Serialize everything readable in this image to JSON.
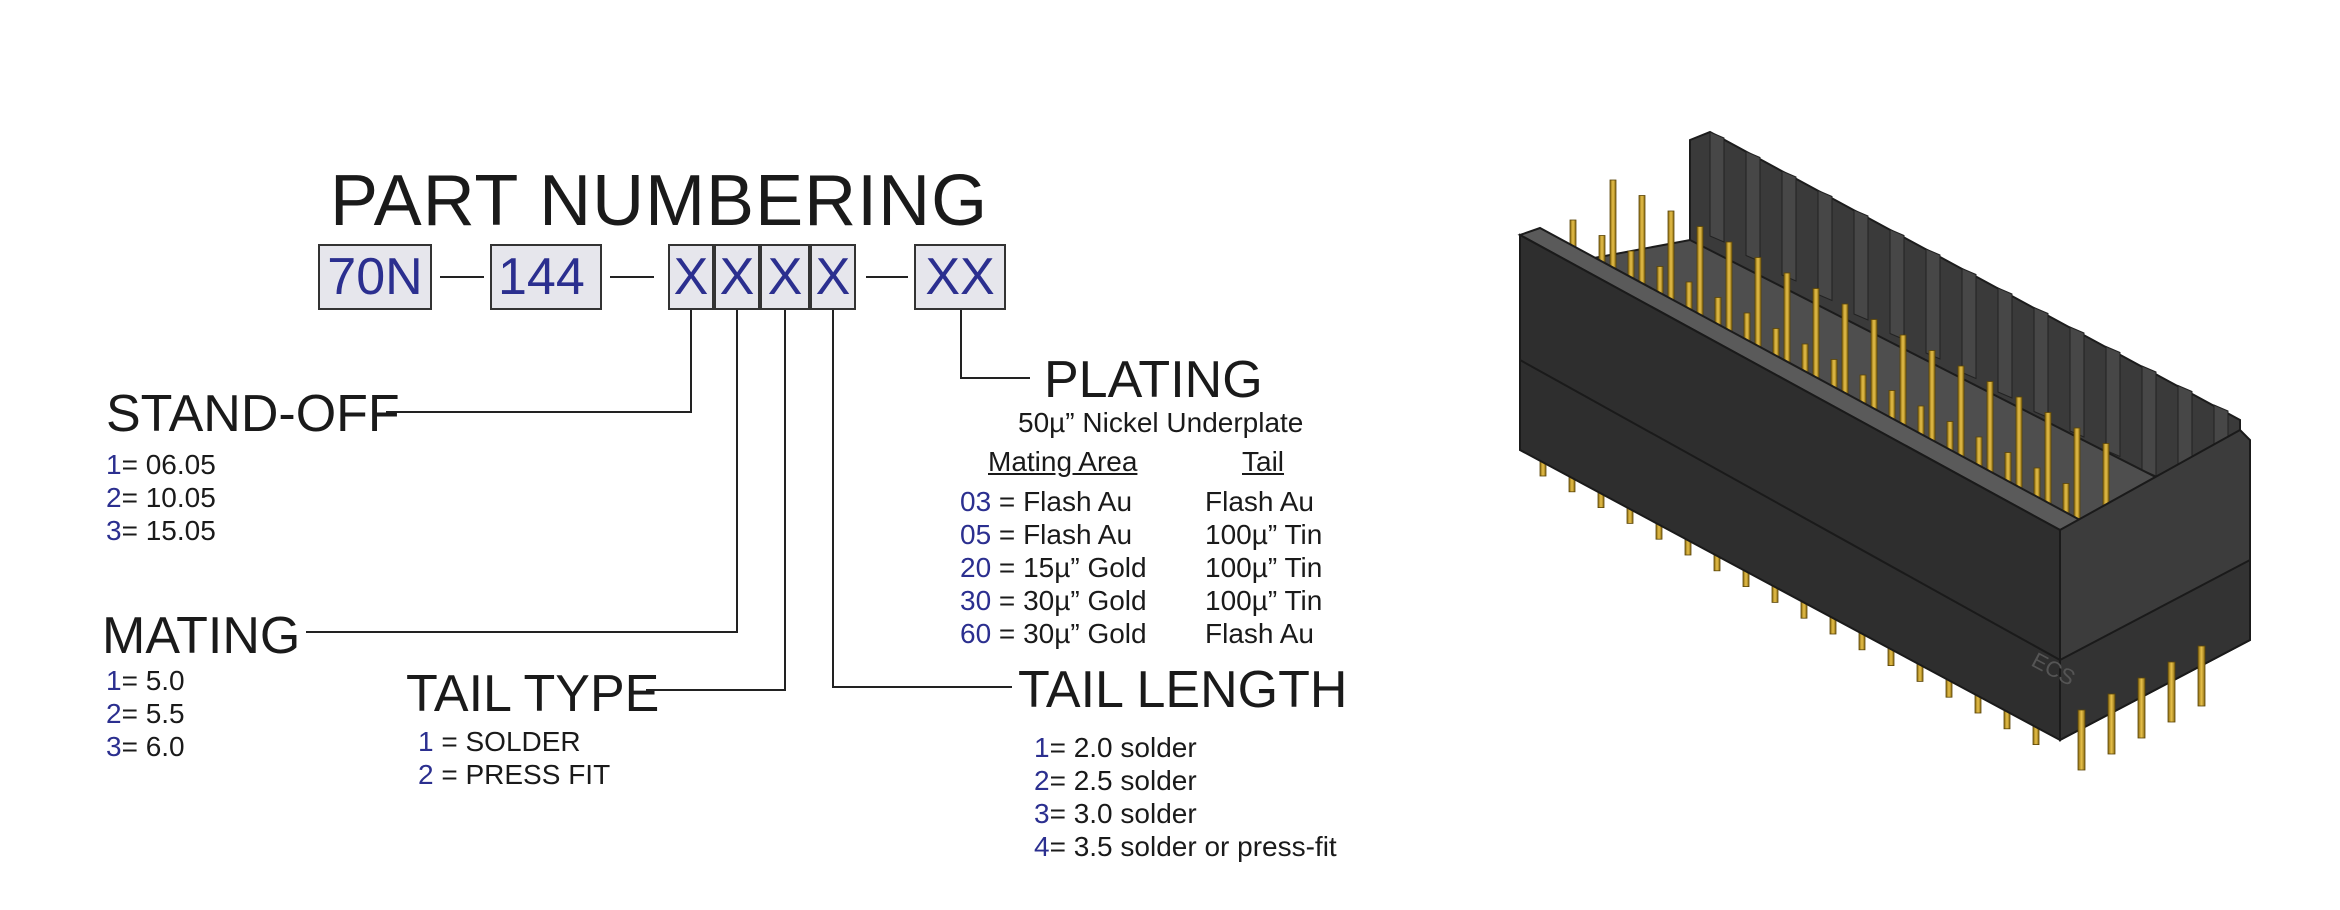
{
  "title": "PART NUMBERING",
  "part_number": {
    "series": "70N",
    "positions": "144",
    "digits": [
      "X",
      "X",
      "X",
      "X"
    ],
    "suffix": "XX"
  },
  "standoff": {
    "heading": "STAND-OFF",
    "options": [
      {
        "code": "1",
        "text": "= 06.05"
      },
      {
        "code": "2",
        "text": "= 10.05"
      },
      {
        "code": "3",
        "text": "= 15.05"
      }
    ]
  },
  "mating": {
    "heading": "MATING",
    "options": [
      {
        "code": "1",
        "text": "= 5.0"
      },
      {
        "code": "2",
        "text": "= 5.5"
      },
      {
        "code": "3",
        "text": "= 6.0"
      }
    ]
  },
  "tail_type": {
    "heading": "TAIL TYPE",
    "options": [
      {
        "code": "1",
        "text": " = SOLDER"
      },
      {
        "code": "2",
        "text": " = PRESS FIT"
      }
    ]
  },
  "tail_length": {
    "heading": "TAIL LENGTH",
    "options": [
      {
        "code": "1",
        "text": "= 2.0 solder"
      },
      {
        "code": "2",
        "text": "= 2.5 solder"
      },
      {
        "code": "3",
        "text": "= 3.0 solder"
      },
      {
        "code": "4",
        "text": "= 3.5 solder or press-fit"
      }
    ]
  },
  "plating": {
    "heading": "PLATING",
    "subheading": "50µ” Nickel Underplate",
    "col_mating": "Mating Area",
    "col_tail": "Tail",
    "rows": [
      {
        "code": "03",
        "mating": " = Flash Au",
        "tail": "Flash Au"
      },
      {
        "code": "05",
        "mating": " = Flash Au",
        "tail": "100µ” Tin"
      },
      {
        "code": "20",
        "mating": " = 15µ” Gold",
        "tail": "100µ” Tin"
      },
      {
        "code": "30",
        "mating": " = 30µ” Gold",
        "tail": "100µ” Tin"
      },
      {
        "code": "60",
        "mating": " = 30µ” Gold",
        "tail": "Flash Au"
      }
    ]
  },
  "connector_marking": "ECS"
}
